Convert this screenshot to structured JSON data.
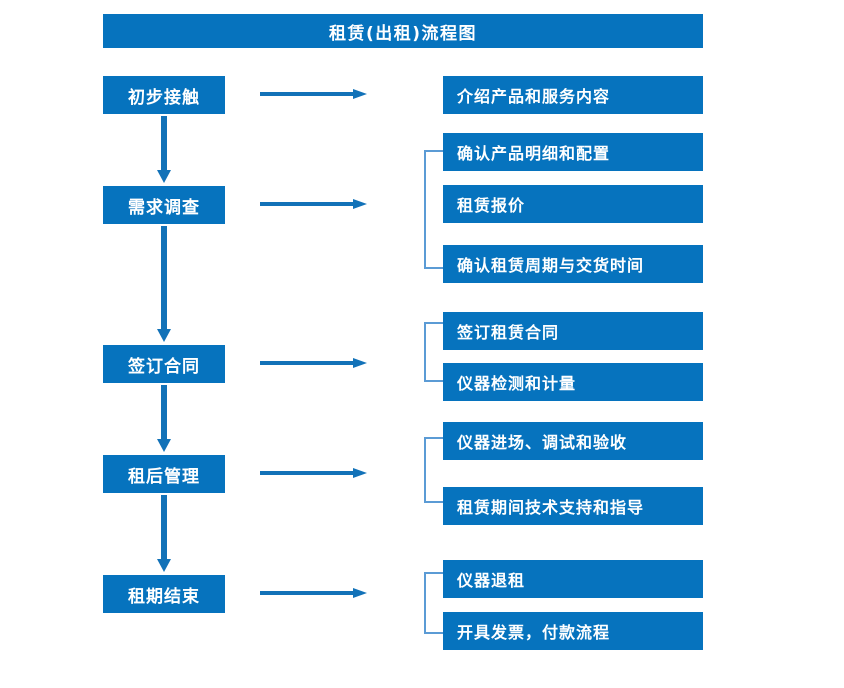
{
  "title": {
    "text": "租赁(出租)流程图"
  },
  "colors": {
    "box_blue": "#0673be",
    "arrow_blue": "#1272b8",
    "bracket_blue": "#5b9bd5",
    "text_white": "#ffffff",
    "background": "#ffffff"
  },
  "stages": [
    {
      "label": "初步接触"
    },
    {
      "label": "需求调查"
    },
    {
      "label": "签订合同"
    },
    {
      "label": "租后管理"
    },
    {
      "label": "租期结束"
    }
  ],
  "details": [
    {
      "label": "介绍产品和服务内容"
    },
    {
      "label": "确认产品明细和配置"
    },
    {
      "label": "租赁报价"
    },
    {
      "label": "确认租赁周期与交货时间"
    },
    {
      "label": "签订租赁合同"
    },
    {
      "label": "仪器检测和计量"
    },
    {
      "label": "仪器进场、调试和验收"
    },
    {
      "label": "租赁期间技术支持和指导"
    },
    {
      "label": "仪器退租"
    },
    {
      "label": "开具发票，付款流程"
    }
  ],
  "groups": [
    {
      "name": "requirement-group",
      "members": [
        "确认产品明细和配置",
        "租赁报价",
        "确认租赁周期与交货时间"
      ]
    },
    {
      "name": "contract-group",
      "members": [
        "签订租赁合同",
        "仪器检测和计量"
      ]
    },
    {
      "name": "post-rental-group",
      "members": [
        "仪器进场、调试和验收",
        "租赁期间技术支持和指导"
      ]
    },
    {
      "name": "end-of-term-group",
      "members": [
        "仪器退租",
        "开具发票，付款流程"
      ]
    }
  ],
  "connectors": {
    "horizontal_arrow_count": 5,
    "vertical_arrow_count": 4
  }
}
